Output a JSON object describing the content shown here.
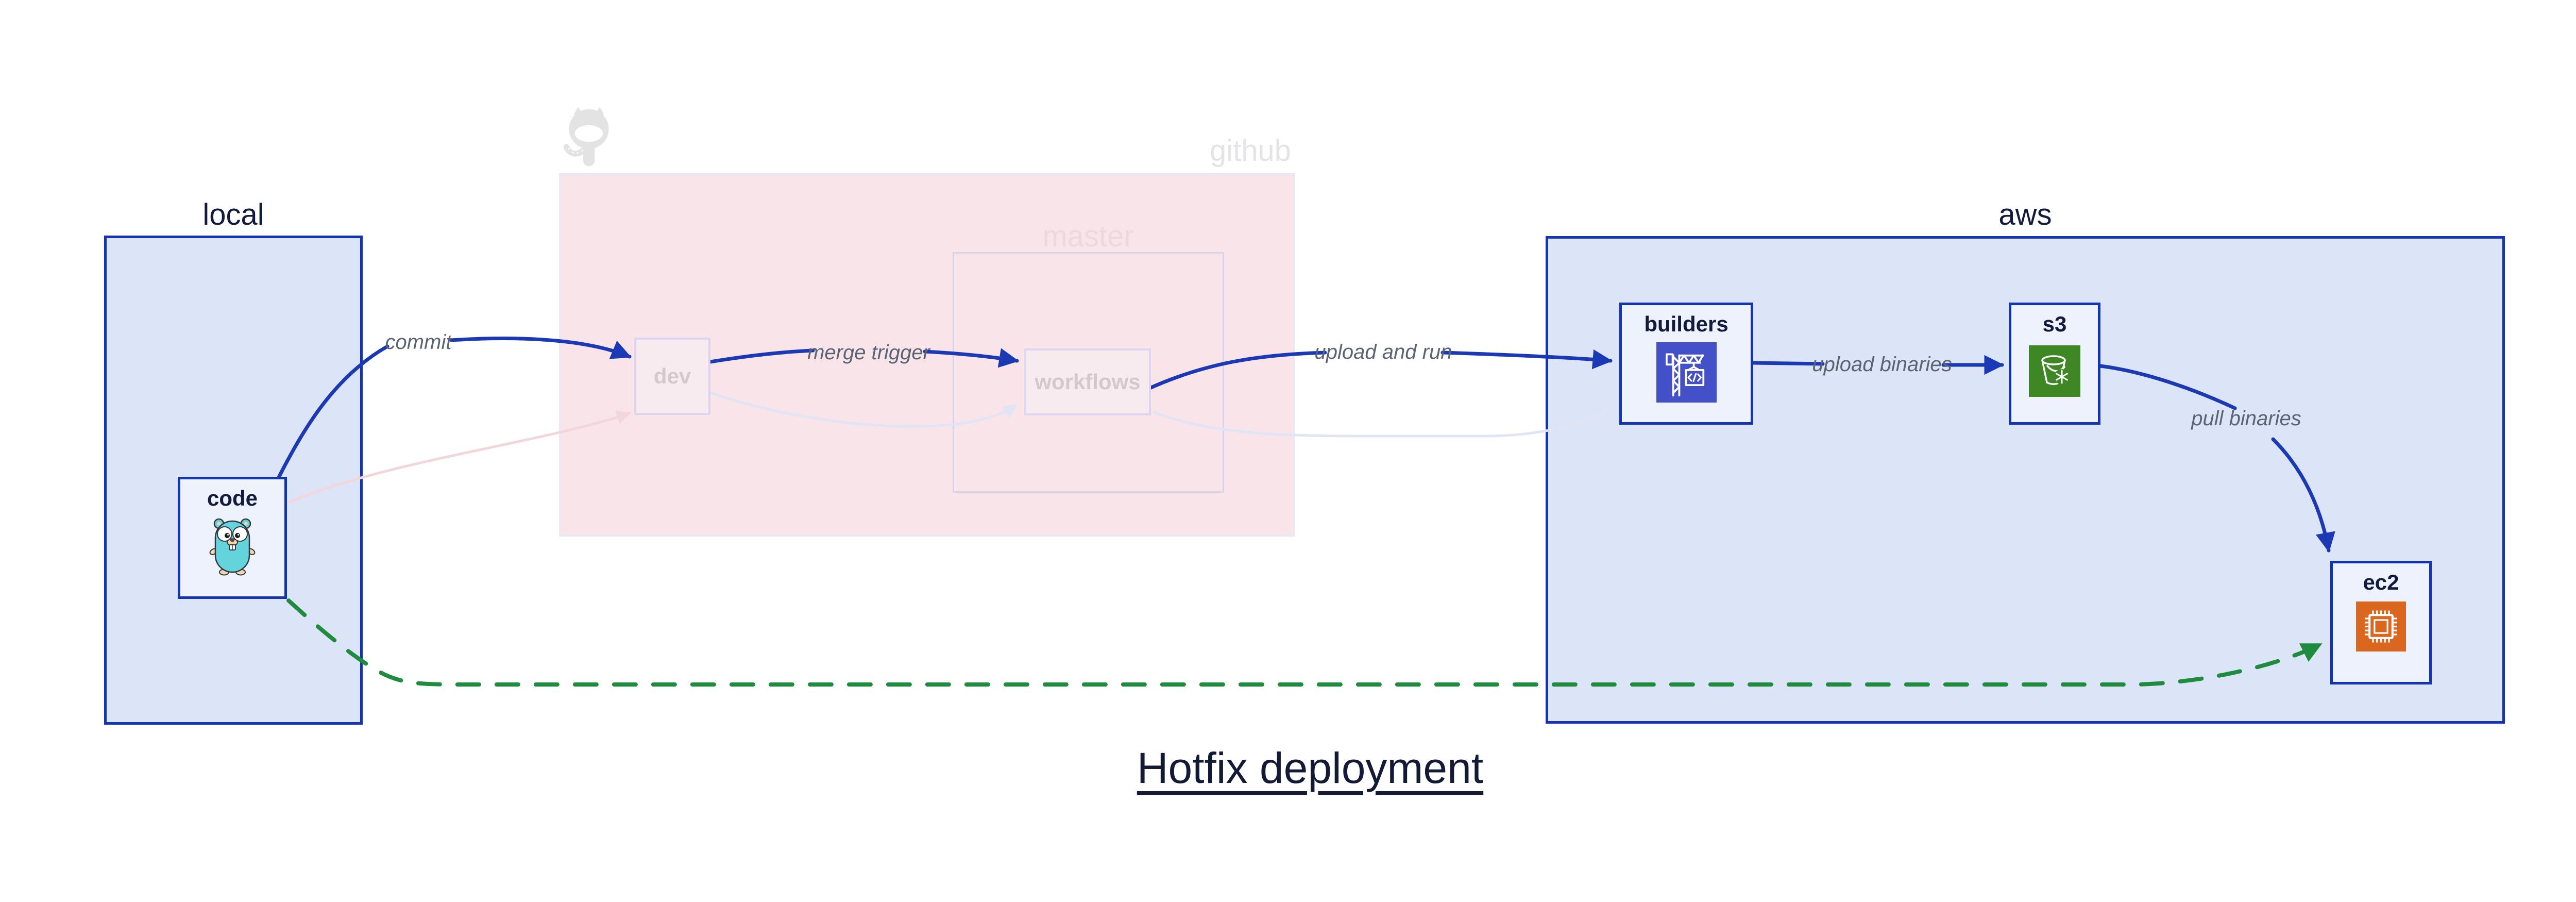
{
  "diagram": {
    "title": "Hotfix deployment",
    "clusters": {
      "local": {
        "label": "local"
      },
      "github": {
        "label": "github"
      },
      "master": {
        "label": "master"
      },
      "aws": {
        "label": "aws"
      }
    },
    "nodes": {
      "code": {
        "label": "code",
        "icon": "go-gopher-icon"
      },
      "dev": {
        "label": "dev"
      },
      "workflows": {
        "label": "workflows"
      },
      "builders": {
        "label": "builders",
        "icon": "aws-codebuild-icon"
      },
      "s3": {
        "label": "s3",
        "icon": "aws-s3-glacier-icon"
      },
      "ec2": {
        "label": "ec2",
        "icon": "aws-ec2-icon"
      }
    },
    "edges": {
      "commit": {
        "from": "code",
        "to": "dev",
        "label": "commit",
        "style": "solid-blue"
      },
      "merge_trigger": {
        "from": "dev",
        "to": "workflows",
        "label": "merge trigger",
        "style": "solid-blue"
      },
      "upload_and_run": {
        "from": "workflows",
        "to": "builders",
        "label": "upload and run",
        "style": "solid-blue"
      },
      "upload_binaries": {
        "from": "builders",
        "to": "s3",
        "label": "upload binaries",
        "style": "solid-blue"
      },
      "pull_binaries": {
        "from": "s3",
        "to": "ec2",
        "label": "pull binaries",
        "style": "solid-blue"
      },
      "hotfix_path": {
        "from": "code",
        "to": "ec2",
        "label": "",
        "style": "dashed-green"
      },
      "commit_faded": {
        "from": "code",
        "to": "dev",
        "label": "",
        "style": "faded-pink"
      },
      "merge_faded": {
        "from": "dev",
        "to": "workflows",
        "label": "",
        "style": "faded-lavender"
      },
      "upload_faded": {
        "from": "workflows",
        "to": "builders",
        "label": "",
        "style": "faded-lavender"
      }
    },
    "colors": {
      "canvas_bg": "#ffffff",
      "cluster_fill": "#dce4f8",
      "cluster_border": "#1334b5",
      "node_fill": "#eef2fc",
      "node_border": "#1334b5",
      "github_fill": "#f9e4ea",
      "github_border": "#e9e7f4",
      "master_border": "#d9d3ec",
      "faded_node_fill": "#f8ebef",
      "faded_node_border": "#ddd5ef",
      "faded_node_text": "#d5c8cd",
      "label_text": "#121b3e",
      "github_label_text": "#e4e4e8",
      "master_label_text": "#ecd9de",
      "edge_label_text": "#5b6472",
      "edge_primary": "#1b39b4",
      "edge_hotfix_green": "#1e8b3e",
      "edge_faded_pink": "#f2d6db",
      "edge_faded_lavender": "#e0e4f5",
      "octocat_gray": "#e3e3e3",
      "icon_codebuild": "#4450c8",
      "icon_s3_glacier": "#3f8624",
      "icon_ec2": "#d9671f",
      "gopher_body": "#63d3dc",
      "gopher_accent": "#f2d8b2",
      "title_text": "#131a35"
    }
  }
}
